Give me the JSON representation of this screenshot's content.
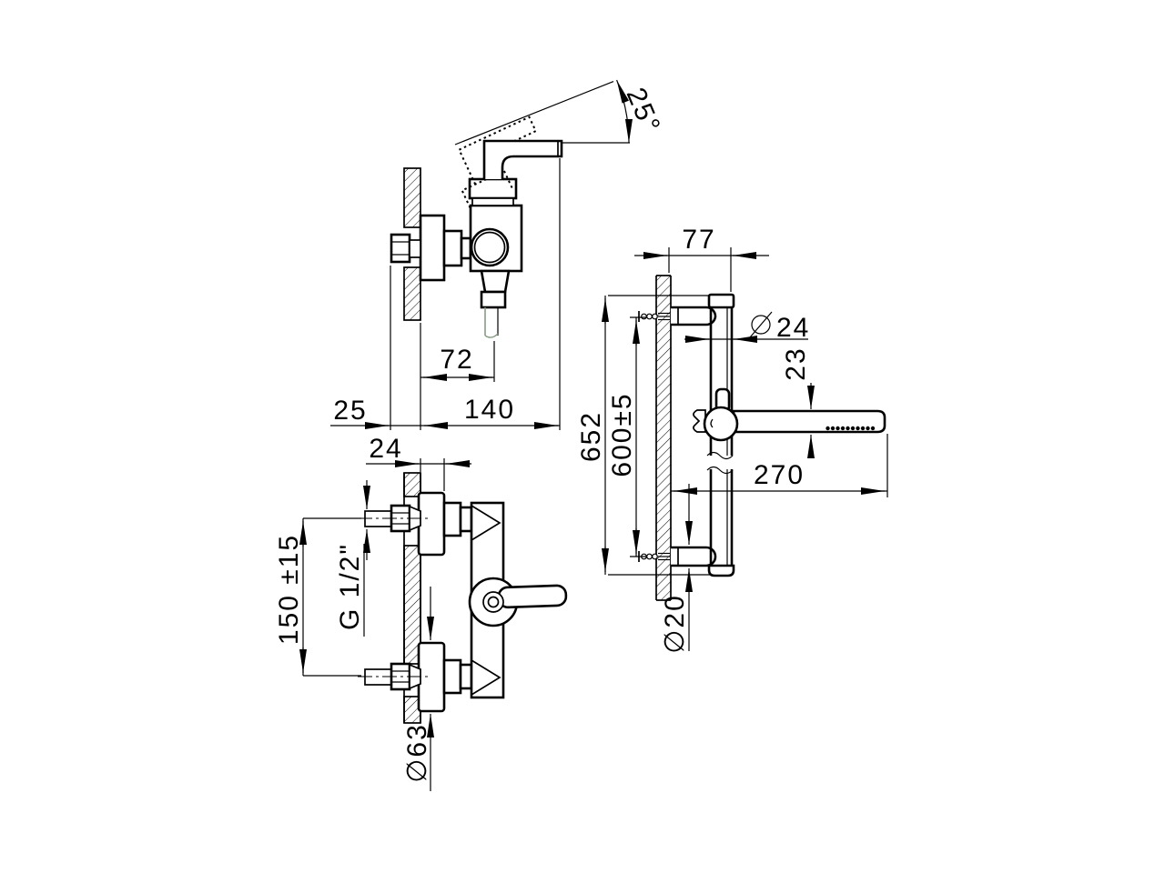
{
  "colors": {
    "line": "#000000",
    "background": "#ffffff",
    "hose_line": "#8a9b85"
  },
  "views": {
    "side_view": {
      "dimensions": {
        "handle_angle": "25°",
        "outlet_offset": "72",
        "inlet_setback": "25",
        "depth_from_wall": "140"
      }
    },
    "front_view": {
      "dimensions": {
        "escutcheon_depth": "24",
        "connection_thread": "G 1/2\"",
        "inlet_spacing": "150 ±15",
        "escutcheon_diameter": {
          "symbol": "∅",
          "value": "63"
        }
      }
    },
    "rail_view": {
      "dimensions": {
        "wall_clearance": "77",
        "rail_diameter": {
          "symbol": "∅",
          "value": "24"
        },
        "handshower_diameter": "23",
        "overall_height": "652",
        "fixing_hole_spacing": "600±5",
        "handshower_length": "270",
        "bracket_tube_diameter": {
          "symbol": "∅",
          "value": "20"
        }
      }
    }
  }
}
